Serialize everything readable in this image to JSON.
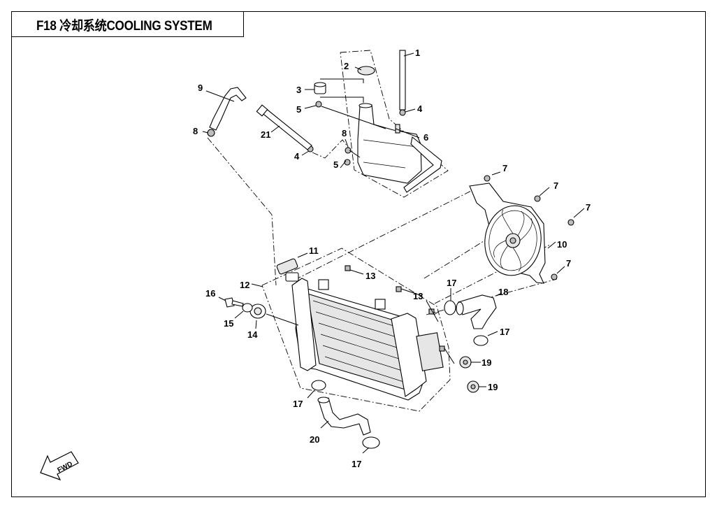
{
  "page_title": "F18  冷却系统COOLING SYSTEM",
  "direction_label": "FWD",
  "callouts": [
    "1",
    "2",
    "3",
    "4",
    "5",
    "6",
    "7",
    "8",
    "9",
    "10",
    "11",
    "12",
    "13",
    "14",
    "15",
    "16",
    "17",
    "18",
    "19",
    "20",
    "21"
  ]
}
